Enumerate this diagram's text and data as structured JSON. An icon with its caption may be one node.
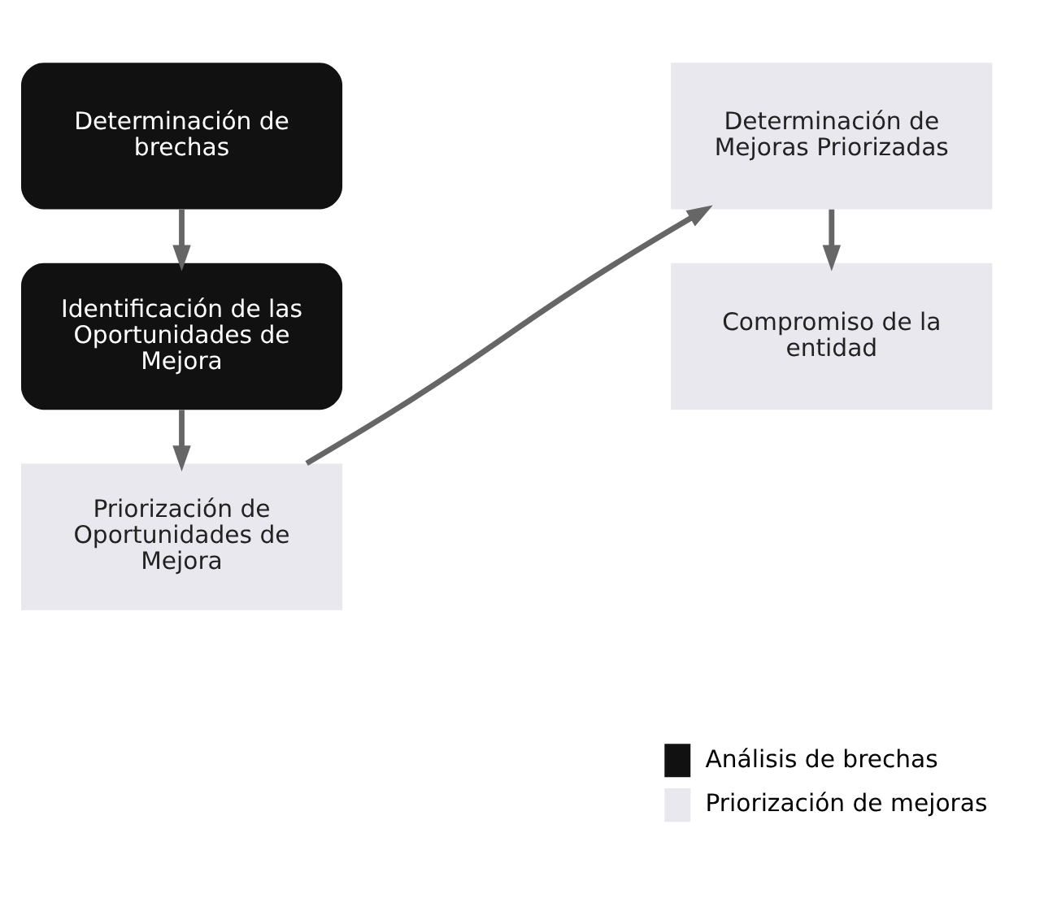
{
  "diagram": {
    "nodes": [
      {
        "text": [
          "Determinación de brechas"
        ]
      },
      {
        "text": [
          "Identificación de las Oportunidades de Mejora"
        ]
      },
      {
        "text": [
          "Priorización de Oportunidades de Mejora"
        ]
      },
      {
        "text": [
          "Determinación de Mejoras Priorizadas"
        ]
      },
      {
        "text": [
          "Compromiso de la entidad"
        ]
      }
    ],
    "edges": [
      {
        "from": 0,
        "to": 1,
        "arrow": "to"
      },
      {
        "from": 1,
        "to": 2,
        "arrow": "to"
      },
      {
        "from": 2,
        "to": 3,
        "arrow": "to"
      },
      {
        "from": 3,
        "to": 4,
        "arrow": "to"
      }
    ],
    "legend": [
      {
        "text": "Análisis de brechas",
        "color": "#111111"
      },
      {
        "text": "Priorización de mejoras",
        "color": "#e8e8ee"
      }
    ]
  }
}
